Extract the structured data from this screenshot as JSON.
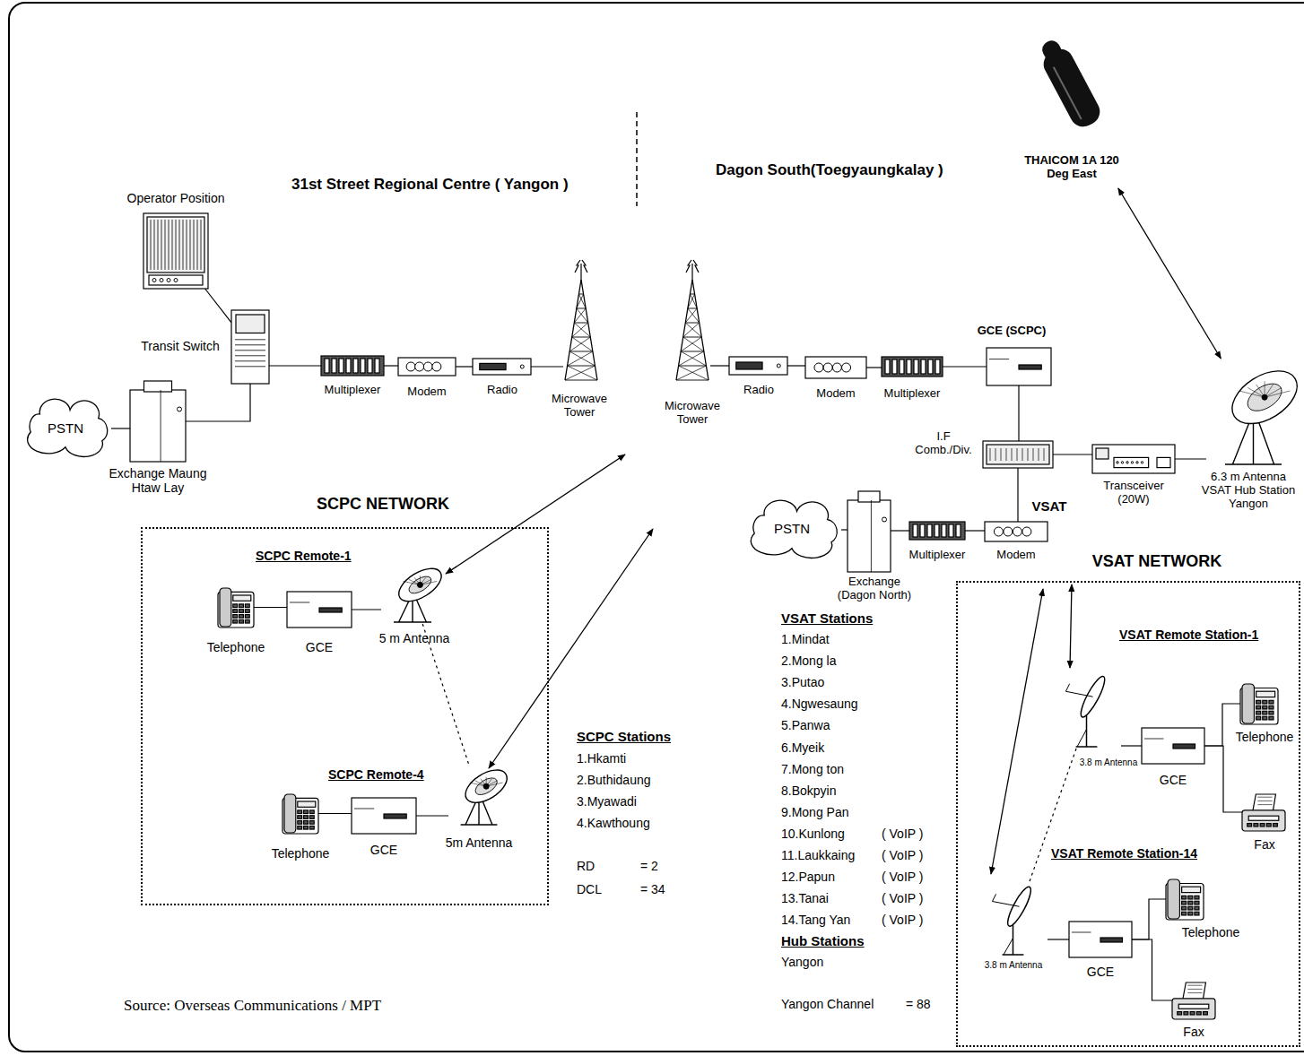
{
  "diagram": {
    "caption": "Source: Overseas Communications / MPT",
    "nodes": [
      {
        "text": [
          "Operator Position"
        ]
      },
      {
        "text": [
          "Transit Switch"
        ]
      },
      {
        "text": [
          "PSTN"
        ]
      },
      {
        "text": [
          "Exchange Maung Htaw Lay"
        ]
      },
      {
        "text": [
          "Multiplexer"
        ]
      },
      {
        "text": [
          "Modem"
        ]
      },
      {
        "text": [
          "Radio"
        ]
      },
      {
        "text": [
          "Microwave Tower"
        ]
      },
      {
        "text": [
          "Microwave Tower"
        ]
      },
      {
        "text": [
          "Radio"
        ]
      },
      {
        "text": [
          "Modem"
        ]
      },
      {
        "text": [
          "Multiplexer"
        ]
      },
      {
        "text": [
          "GCE (SCPC)"
        ]
      },
      {
        "text": [
          "I.F Comb./Div."
        ]
      },
      {
        "text": [
          "Transceiver (20W)"
        ]
      },
      {
        "text": [
          "6.3 m Antenna VSAT Hub Station Yangon"
        ]
      },
      {
        "text": [
          "THAICOM 1A 120 Deg East"
        ]
      },
      {
        "text": [
          "VSAT",
          "Modem"
        ]
      },
      {
        "text": [
          "PSTN"
        ]
      },
      {
        "text": [
          "Exchange (Dagon North)"
        ]
      },
      {
        "text": [
          "Multiplexer"
        ]
      },
      {
        "text": [
          "SCPC NETWORK"
        ]
      },
      {
        "text": [
          "Telephone"
        ],
        "in": 21
      },
      {
        "text": [
          "GCE"
        ],
        "in": 21
      },
      {
        "text": [
          "5 m Antenna"
        ],
        "in": 21
      },
      {
        "text": [
          "Telephone"
        ],
        "in": 21
      },
      {
        "text": [
          "GCE"
        ],
        "in": 21
      },
      {
        "text": [
          "5m Antenna"
        ],
        "in": 21
      },
      {
        "text": [
          "VSAT NETWORK"
        ]
      },
      {
        "text": [
          "3.8 m Antenna"
        ],
        "in": 28
      },
      {
        "text": [
          "GCE"
        ],
        "in": 28
      },
      {
        "text": [
          "Telephone"
        ],
        "in": 28
      },
      {
        "text": [
          "Fax"
        ],
        "in": 28
      },
      {
        "text": [
          "3.8 m Antenna"
        ],
        "in": 28
      },
      {
        "text": [
          "GCE"
        ],
        "in": 28
      },
      {
        "text": [
          "Telephone"
        ],
        "in": 28
      },
      {
        "text": [
          "Fax"
        ],
        "in": 28
      }
    ],
    "edges": [
      {
        "from": 0,
        "to": 1,
        "arrow": "none"
      },
      {
        "from": 3,
        "to": 1,
        "arrow": "none"
      },
      {
        "from": 2,
        "to": 3,
        "arrow": "none"
      },
      {
        "from": 1,
        "to": 4,
        "arrow": "none"
      },
      {
        "from": 4,
        "to": 5,
        "arrow": "none"
      },
      {
        "from": 5,
        "to": 6,
        "arrow": "none"
      },
      {
        "from": 6,
        "to": 7,
        "arrow": "none"
      },
      {
        "from": 8,
        "to": 9,
        "arrow": "none"
      },
      {
        "from": 9,
        "to": 10,
        "arrow": "none"
      },
      {
        "from": 10,
        "to": 11,
        "arrow": "none"
      },
      {
        "from": 11,
        "to": 12,
        "arrow": "none"
      },
      {
        "from": 12,
        "to": 13,
        "arrow": "none"
      },
      {
        "from": 13,
        "to": 17,
        "arrow": "none"
      },
      {
        "from": 13,
        "to": 14,
        "arrow": "none"
      },
      {
        "from": 14,
        "to": 15,
        "arrow": "none"
      },
      {
        "from": 15,
        "to": 16,
        "arrow": "both"
      },
      {
        "from": 18,
        "to": 19,
        "arrow": "none"
      },
      {
        "from": 19,
        "to": 20,
        "arrow": "none"
      },
      {
        "from": 20,
        "to": 17,
        "arrow": "none"
      },
      {
        "from": 22,
        "to": 23,
        "arrow": "none"
      },
      {
        "from": 23,
        "to": 24,
        "arrow": "none"
      },
      {
        "from": 24,
        "to": 27,
        "arrow": "none"
      },
      {
        "from": 25,
        "to": 26,
        "arrow": "none"
      },
      {
        "from": 26,
        "to": 27,
        "arrow": "none"
      },
      {
        "from": 29,
        "to": 30,
        "arrow": "none"
      },
      {
        "from": 29,
        "to": 33,
        "arrow": "none"
      },
      {
        "from": 30,
        "to": 31,
        "arrow": "none"
      },
      {
        "from": 30,
        "to": 32,
        "arrow": "none"
      },
      {
        "from": 33,
        "to": 34,
        "arrow": "none"
      },
      {
        "from": 34,
        "to": 35,
        "arrow": "none"
      },
      {
        "from": 34,
        "to": 36,
        "arrow": "none"
      }
    ],
    "labels": [
      "31st Street Regional Centre ( Yangon )",
      "Dagon South(Toegyaungkalay )",
      "SCPC Remote-1",
      "SCPC Remote-4",
      "SCPC Stations",
      "1.Hkamti",
      "2.Buthidaung",
      "3.Myawadi",
      "4.Kawthoung",
      "RD",
      "= 2",
      "DCL",
      "= 34",
      "VSAT Stations",
      "1.Mindat",
      "2.Mong la",
      "3.Putao",
      "4.Ngwesaung",
      "5.Panwa",
      "6.Myeik",
      "7.Mong ton",
      "8.Bokpyin",
      "9.Mong Pan",
      "10.Kunlong",
      "11.Laukkaing",
      "12.Papun",
      "13.Tanai",
      "14.Tang Yan",
      "( VoIP )",
      "( VoIP )",
      "( VoIP )",
      "( VoIP )",
      "( VoIP )",
      "Hub Stations",
      "Yangon",
      "Yangon Channel",
      "= 88",
      "VSAT Remote Station-1",
      "VSAT Remote Station-14"
    ]
  }
}
